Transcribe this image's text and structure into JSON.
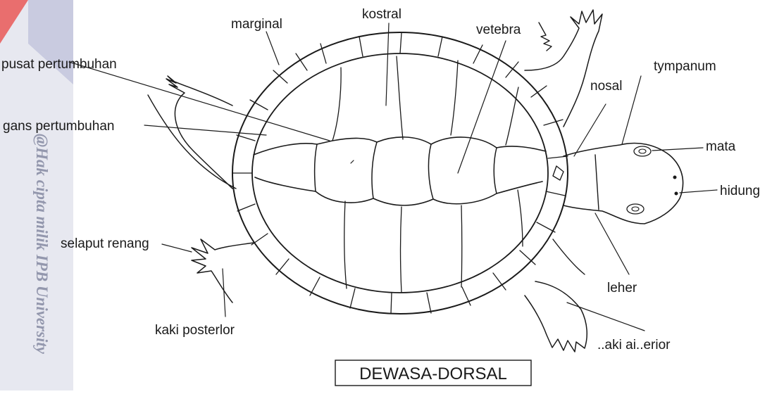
{
  "diagram": {
    "caption": "DEWASA-DORSAL",
    "labels": {
      "marginal": "marginal",
      "kostral": "kostral",
      "vetebra": "vetebra",
      "pusat_pertumbuhan": "pusat pertumbuhan",
      "gans_pertumbuhan": "gans pertumbuhan",
      "tympanum": "tympanum",
      "nosal": "nosal",
      "mata": "mata",
      "hidung": "hidung",
      "selaput_renang": "selaput renang",
      "leher": "leher",
      "kaki_posterior": "kaki posterlor",
      "kaki_anterior": "..aki ai..erior"
    }
  },
  "watermark": {
    "text": "@Hak cipta milik IPB University",
    "color": "#8b8fa6",
    "corner_color": "#e96e6e"
  }
}
